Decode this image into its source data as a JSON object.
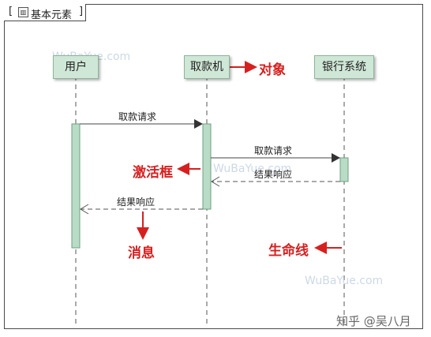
{
  "frame": {
    "tab_open": "[",
    "tab_icon": "seq-diagram-icon",
    "tab_title": "基本元素",
    "tab_close": "]"
  },
  "lifelines": [
    {
      "label": "用户"
    },
    {
      "label": "取款机"
    },
    {
      "label": "银行系统"
    }
  ],
  "messages": [
    {
      "label": "取款请求",
      "from": "用户",
      "to": "取款机",
      "kind": "sync"
    },
    {
      "label": "取款请求",
      "from": "取款机",
      "to": "银行系统",
      "kind": "sync"
    },
    {
      "label": "结果响应",
      "from": "银行系统",
      "to": "取款机",
      "kind": "return"
    },
    {
      "label": "结果响应",
      "from": "取款机",
      "to": "用户",
      "kind": "return"
    }
  ],
  "annotations": {
    "object": "对象",
    "activation": "激活框",
    "message": "消息",
    "lifeline": "生命线"
  },
  "watermark": "WuBaYue.com",
  "credit": "知乎 @吴八月",
  "colors": {
    "accent_red": "#d62020",
    "lifeline_fill": "#cfe7d6",
    "activation_fill": "#b9dcc6"
  }
}
